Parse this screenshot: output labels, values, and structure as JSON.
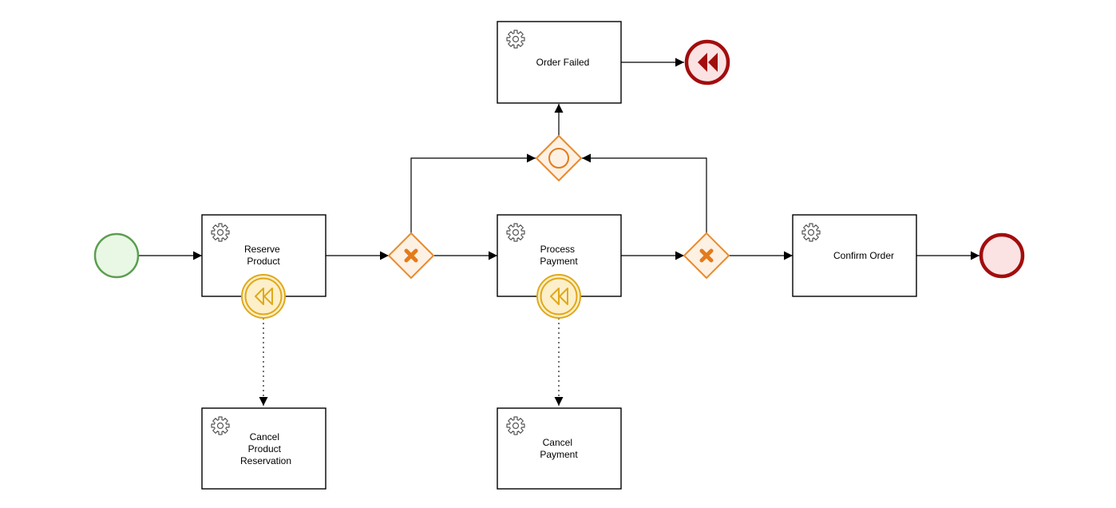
{
  "colors": {
    "stroke": "#000000",
    "task_fill": "#ffffff",
    "start_stroke": "#5b9e4f",
    "start_fill": "#e9f7e5",
    "end_stroke": "#a20d0d",
    "end_fill": "#fbe3e3",
    "gateway_stroke": "#e98b2e",
    "gateway_fill": "#fdf1e4",
    "gateway_mark": "#e47b1b",
    "comp_stroke": "#e0a91a",
    "comp_fill": "#fcefc9",
    "gear": "#555555"
  },
  "icons": {
    "task_icon": "gear-icon",
    "compensation_icon": "rewind-icon",
    "exclusive_gateway_icon": "x-mark-icon",
    "event_gateway_icon": "circle-icon"
  },
  "tasks": {
    "order_failed": {
      "lines": [
        "Order Failed"
      ]
    },
    "reserve_product": {
      "lines": [
        "Reserve",
        "Product"
      ]
    },
    "process_payment": {
      "lines": [
        "Process",
        "Payment"
      ]
    },
    "confirm_order": {
      "lines": [
        "Confirm Order"
      ]
    },
    "cancel_product_reservation": {
      "lines": [
        "Cancel",
        "Product",
        "Reservation"
      ]
    },
    "cancel_payment": {
      "lines": [
        "Cancel",
        "Payment"
      ]
    }
  }
}
